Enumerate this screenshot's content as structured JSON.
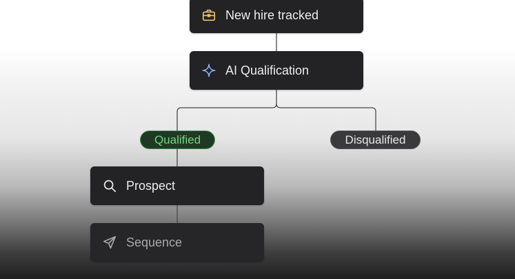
{
  "nodes": {
    "trigger": {
      "label": "New hire tracked",
      "icon": "briefcase-icon"
    },
    "ai": {
      "label": "AI Qualification",
      "icon": "sparkle-icon"
    },
    "prospect": {
      "label": "Prospect",
      "icon": "search-icon"
    },
    "sequence": {
      "label": "Sequence",
      "icon": "send-icon"
    }
  },
  "branches": {
    "qualified": {
      "label": "Qualified"
    },
    "disqualified": {
      "label": "Disqualified"
    }
  },
  "colors": {
    "node_bg": "#232225",
    "connector": "#4a4a4a",
    "qualified_text": "#74d37d",
    "qualified_border": "#43924e",
    "briefcase_icon": "#e8c46b",
    "sparkle_icon": "#8fb4f5"
  }
}
